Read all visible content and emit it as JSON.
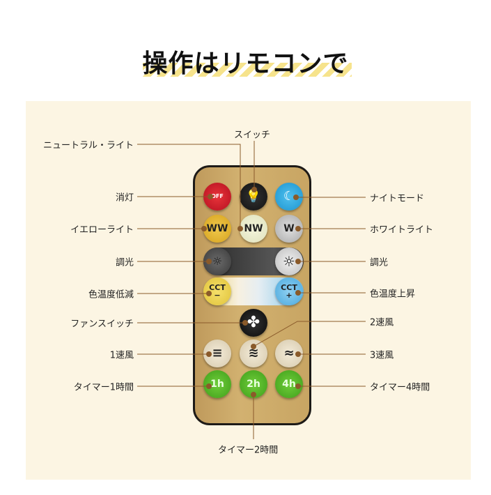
{
  "title": "操作はリモコンで",
  "buttons": {
    "off": "OFF",
    "ww": "WW",
    "nw": "NW",
    "w": "W",
    "cct_minus": "CCT\n−",
    "cct_plus": "CCT\n+",
    "t1": "1h",
    "t2": "2h",
    "t4": "4h"
  },
  "labels": {
    "neutral": "ニュートラル・ライト",
    "switch": "スイッチ",
    "off": "消灯",
    "night": "ナイトモード",
    "yellow": "イエローライト",
    "white": "ホワイトライト",
    "dim_left": "調光",
    "dim_right": "調光",
    "cct_down": "色温度低減",
    "cct_up": "色温度上昇",
    "fan_switch": "ファンスイッチ",
    "speed2": "2速風",
    "speed1": "1速風",
    "speed3": "3速風",
    "timer1": "タイマー1時間",
    "timer4": "タイマー4時間",
    "timer2": "タイマー2時間"
  },
  "colors": {
    "panel": "#fcf5e3",
    "remote": "#c9a566",
    "leader": "#8a5a2a"
  }
}
